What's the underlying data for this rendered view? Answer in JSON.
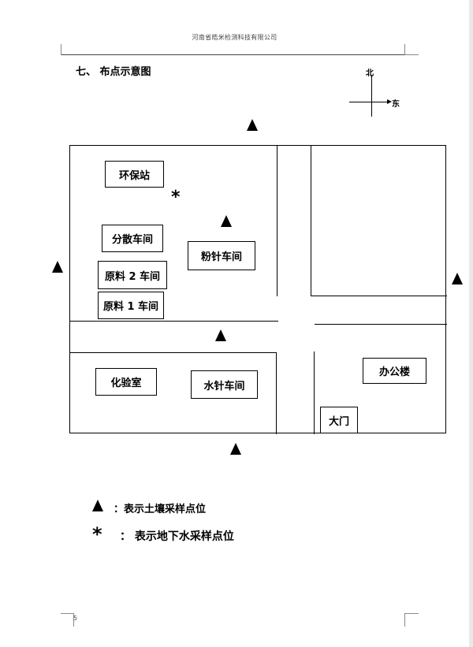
{
  "header": {
    "company": "河南省皓米检测科技有限公司"
  },
  "section": {
    "title": "七、 布点示意图"
  },
  "compass": {
    "north": "北",
    "east": "东"
  },
  "map": {
    "buildings": {
      "huanbaozhan": "环保站",
      "fensan": "分散车间",
      "fenzhen": "粉针车间",
      "yuanliao2": "原料 2 车间",
      "yuanliao1": "原料 1 车间",
      "huayanshi": "化验室",
      "shuizhen": "水针车间",
      "bangonglou": "办公楼",
      "damen": "大门"
    },
    "soil_symbol": "▲",
    "groundwater_symbol": "*"
  },
  "legend": {
    "soil_label": "：表示土壤采样点位",
    "groundwater_label": "：  表示地下水采样点位",
    "soil_symbol": "▲",
    "groundwater_symbol": "*"
  },
  "footer": {
    "page_number": "5"
  }
}
